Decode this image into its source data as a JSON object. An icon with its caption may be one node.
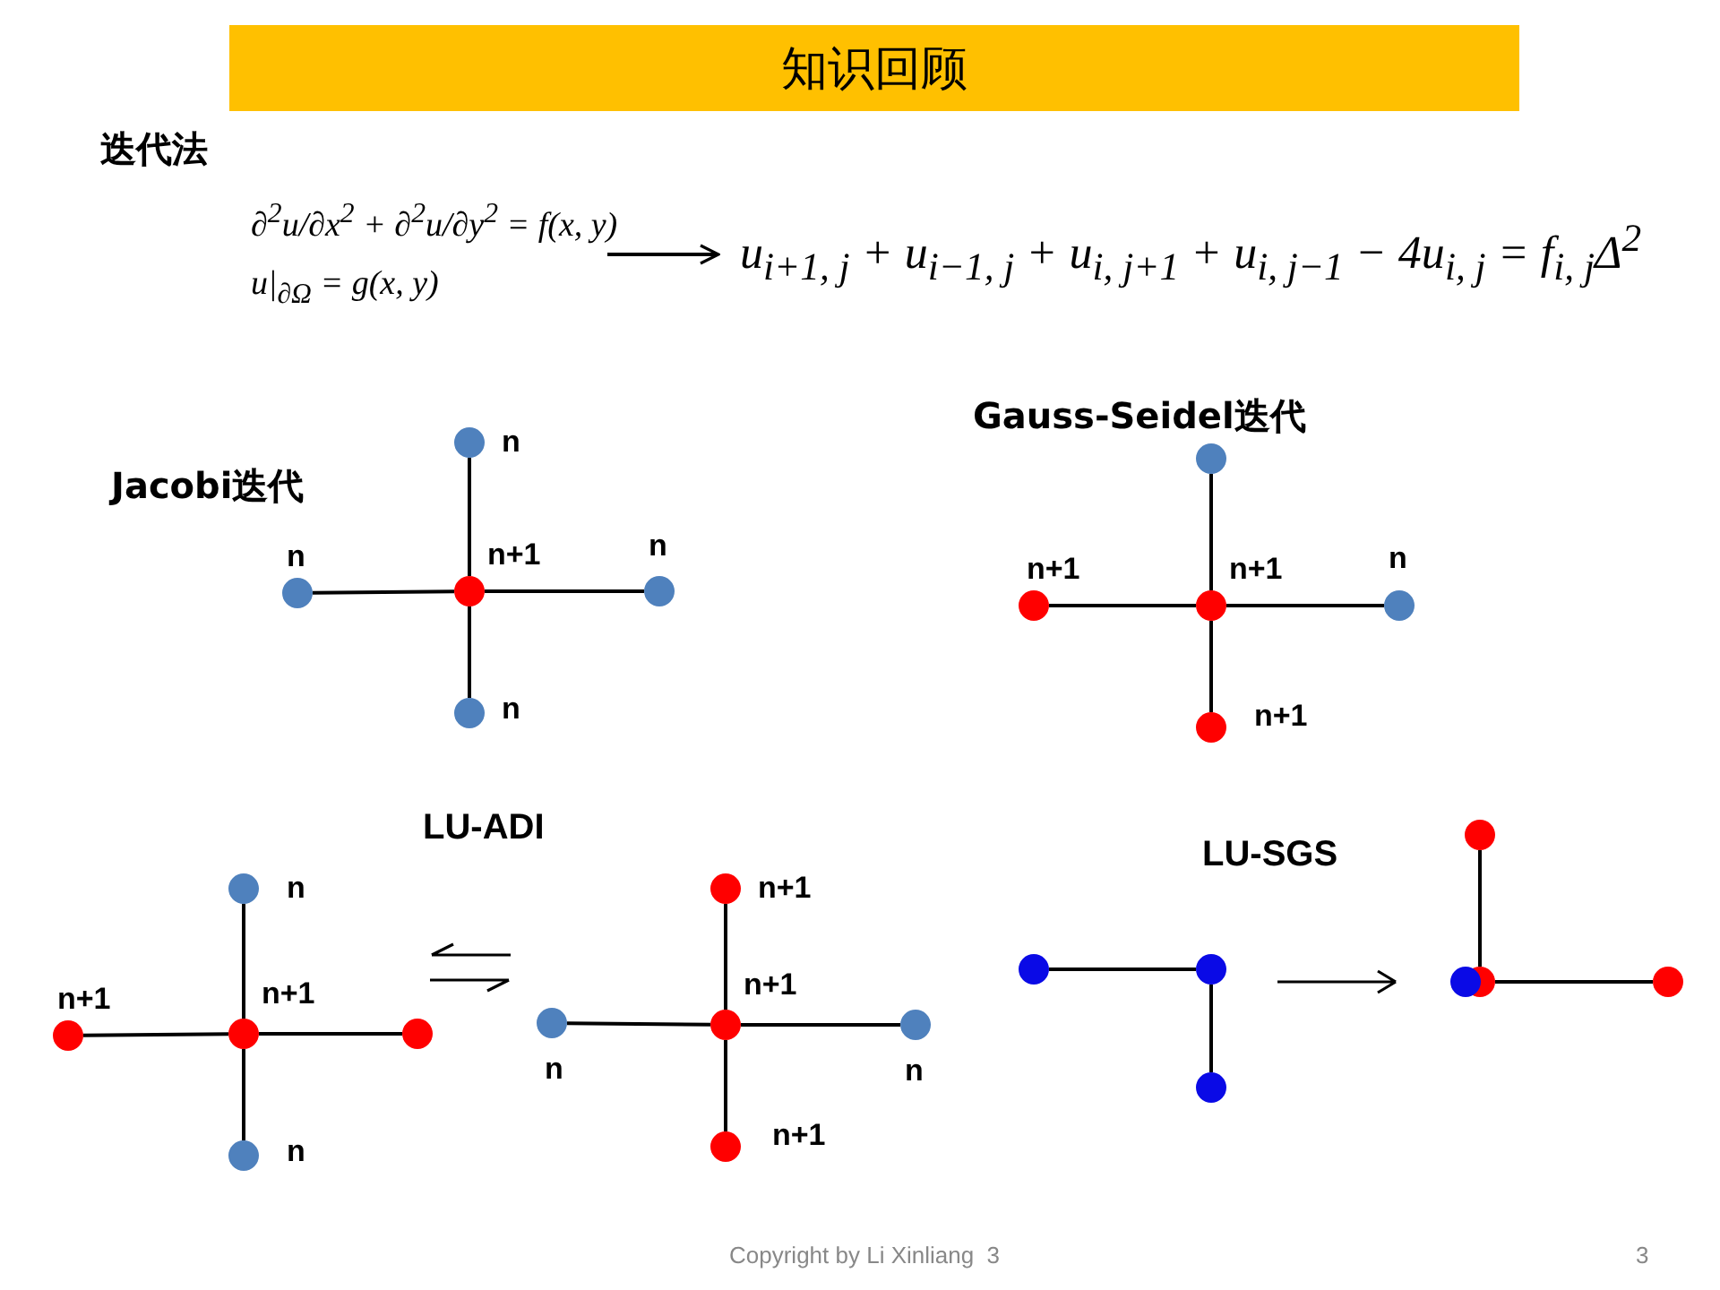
{
  "diagram": {
    "title": "知识回顾",
    "nodes": [
      {
        "text": [
          "∂$^{2}$u/∂x$^{2}$ + ∂$^{2}$u/∂y$^{2}$ = f(x, y)",
          "u|$_{∂Ω}$ = g(x, y)"
        ]
      },
      {
        "text": [
          "u$_{i+1, j}$ + u$_{i−1, j}$ + u$_{i, j+1}$ + u$_{i, j−1}$ − 4u$_{i, j}$ = f$_{i, j}$Δ$^{2}$"
        ]
      },
      {
        "text": [],
        "shape": "circle",
        "beside": [
          "n"
        ]
      },
      {
        "text": [],
        "shape": "circle",
        "beside": [
          "n"
        ]
      },
      {
        "text": [],
        "shape": "circle",
        "beside": [
          "n+1"
        ]
      },
      {
        "text": [],
        "shape": "circle",
        "beside": [
          "n"
        ]
      },
      {
        "text": [],
        "shape": "circle",
        "beside": [
          "n"
        ]
      },
      {
        "text": [],
        "shape": "circle"
      },
      {
        "text": [],
        "shape": "circle",
        "beside": [
          "n+1"
        ]
      },
      {
        "text": [],
        "shape": "circle",
        "beside": [
          "n+1"
        ]
      },
      {
        "text": [],
        "shape": "circle",
        "beside": [
          "n"
        ]
      },
      {
        "text": [],
        "shape": "circle",
        "beside": [
          "n+1"
        ]
      },
      {
        "text": [],
        "shape": "circle",
        "beside": [
          "n"
        ]
      },
      {
        "text": [],
        "shape": "circle",
        "beside": [
          "n+1"
        ]
      },
      {
        "text": [],
        "shape": "circle",
        "beside": [
          "n+1"
        ]
      },
      {
        "text": [],
        "shape": "circle"
      },
      {
        "text": [],
        "shape": "circle",
        "beside": [
          "n"
        ]
      },
      {
        "text": [],
        "shape": "circle",
        "beside": [
          "n+1"
        ]
      },
      {
        "text": [],
        "shape": "circle",
        "beside": [
          "n"
        ]
      },
      {
        "text": [],
        "shape": "circle",
        "beside": [
          "n+1"
        ]
      },
      {
        "text": [],
        "shape": "circle",
        "beside": [
          "n"
        ]
      },
      {
        "text": [],
        "shape": "circle",
        "beside": [
          "n+1"
        ]
      },
      {
        "text": [],
        "shape": "circle"
      },
      {
        "text": [],
        "shape": "circle"
      },
      {
        "text": [],
        "shape": "circle"
      },
      {
        "text": [],
        "shape": "circle"
      },
      {
        "text": [],
        "shape": "circle"
      },
      {
        "text": [],
        "shape": "circle"
      },
      {
        "text": [],
        "shape": "circle"
      }
    ],
    "edges": [
      {
        "from": 0,
        "to": 1,
        "arrow": "to"
      },
      {
        "from": 4,
        "to": 2,
        "arrow": "none"
      },
      {
        "from": 4,
        "to": 3,
        "arrow": "none"
      },
      {
        "from": 4,
        "to": 5,
        "arrow": "none"
      },
      {
        "from": 4,
        "to": 6,
        "arrow": "none"
      },
      {
        "from": 9,
        "to": 7,
        "arrow": "none"
      },
      {
        "from": 9,
        "to": 8,
        "arrow": "none"
      },
      {
        "from": 9,
        "to": 10,
        "arrow": "none"
      },
      {
        "from": 9,
        "to": 11,
        "arrow": "none"
      },
      {
        "from": 14,
        "to": 12,
        "arrow": "none"
      },
      {
        "from": 14,
        "to": 13,
        "arrow": "none"
      },
      {
        "from": 14,
        "to": 15,
        "arrow": "none"
      },
      {
        "from": 14,
        "to": 16,
        "arrow": "none"
      },
      {
        "from": 19,
        "to": 17,
        "arrow": "none"
      },
      {
        "from": 19,
        "to": 18,
        "arrow": "none"
      },
      {
        "from": 19,
        "to": 20,
        "arrow": "none"
      },
      {
        "from": 19,
        "to": 21,
        "arrow": "none"
      },
      {
        "from": 23,
        "to": 22,
        "arrow": "none"
      },
      {
        "from": 23,
        "to": 24,
        "arrow": "none"
      },
      {
        "from": 27,
        "to": 25,
        "arrow": "none"
      },
      {
        "from": 27,
        "to": 28,
        "arrow": "none"
      }
    ],
    "labels": [
      "迭代法",
      "Gauss-Seidel迭代",
      "Jacobi迭代",
      "LU-ADI",
      "LU-SGS",
      "Copyright by Li Xinliang  3",
      "3"
    ]
  }
}
